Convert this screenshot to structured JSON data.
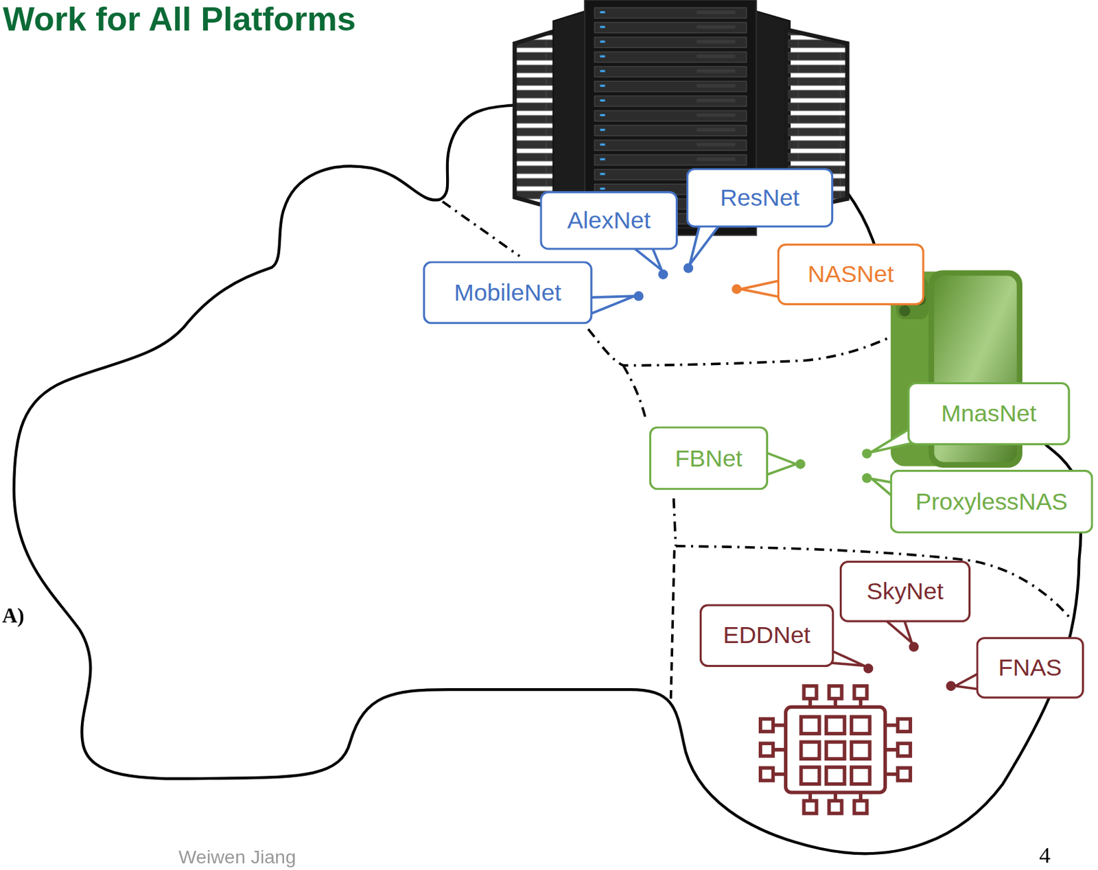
{
  "diagram": {
    "title": "Work for All Platforms",
    "nodes": [
      {
        "text": [
          "ResNet"
        ]
      },
      {
        "text": [
          "AlexNet"
        ]
      },
      {
        "text": [
          "NASNet"
        ]
      },
      {
        "text": [
          "MobileNet"
        ]
      },
      {
        "text": [
          "MnasNet"
        ]
      },
      {
        "text": [
          "FBNet"
        ]
      },
      {
        "text": [
          "ProxylessNAS"
        ]
      },
      {
        "text": [
          "SkyNet"
        ]
      },
      {
        "text": [
          "EDDNet"
        ]
      },
      {
        "text": [
          "FNAS"
        ]
      }
    ],
    "labels": [
      "A)",
      "Weiwen Jiang",
      "4"
    ]
  }
}
